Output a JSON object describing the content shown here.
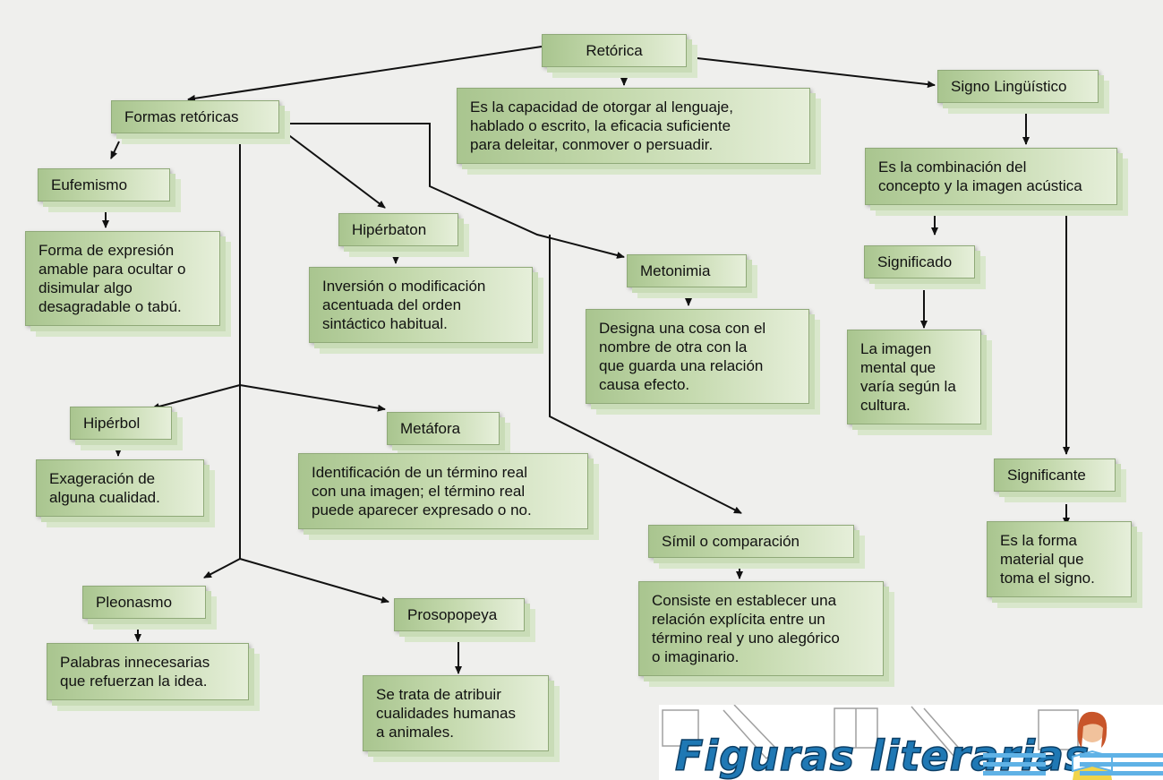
{
  "nodes": {
    "retorica": "Retórica",
    "retorica_def": [
      "Es la capacidad de otorgar al lenguaje,",
      "hablado o escrito, la eficacia suficiente",
      "para deleitar, conmover o persuadir."
    ],
    "formas": "Formas retóricas",
    "signo": "Signo Lingüístico",
    "signo_def": [
      "Es la combinación del",
      "concepto y la imagen acústica"
    ],
    "eufemismo": "Eufemismo",
    "eufemismo_def": [
      "Forma de expresión",
      "amable para ocultar o",
      "disimular algo",
      "desagradable o tabú."
    ],
    "hiperbaton": "Hipérbaton",
    "hiperbaton_def": [
      "Inversión o modificación",
      "acentuada del orden",
      "sintáctico habitual."
    ],
    "metonimia": "Metonimia",
    "metonimia_def": [
      "Designa una cosa con el",
      "nombre de otra con la",
      "que guarda una relación",
      "causa efecto."
    ],
    "significado": "Significado",
    "significado_def": [
      "La imagen",
      "mental que",
      "varía según la",
      "cultura."
    ],
    "hiperbol": "Hipérbol",
    "hiperbol_def": [
      "Exageración de",
      "alguna cualidad."
    ],
    "metafora": "Metáfora",
    "metafora_def": [
      "Identificación de un término real",
      "con una imagen; el término real",
      "puede aparecer expresado o no."
    ],
    "significante": "Significante",
    "significante_def": [
      "Es la forma",
      "material que",
      "toma el signo."
    ],
    "simil": "Símil o  comparación",
    "simil_def": [
      "Consiste en establecer una",
      "relación explícita entre un",
      "término real y uno alegórico",
      "o imaginario."
    ],
    "pleonasmo": "Pleonasmo",
    "pleonasmo_def": [
      "Palabras innecesarias",
      "que refuerzan la idea."
    ],
    "prosopopeya": "Prosopopeya",
    "prosopopeya_def": [
      "Se trata de atribuir",
      "cualidades humanas",
      "a animales."
    ]
  },
  "banner": {
    "text": "Figuras literarias",
    "color": "#1f78b4"
  },
  "colors": {
    "node_dark": "#a9c58f",
    "node_light": "#e6efda",
    "line": "#111111"
  }
}
